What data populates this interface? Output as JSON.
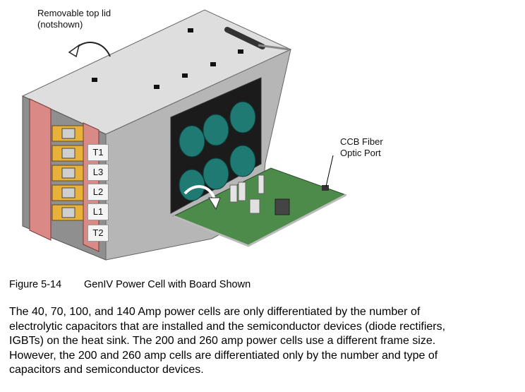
{
  "callouts": {
    "lid": [
      "Removable top lid",
      "(notshown)"
    ],
    "ccb": [
      "CCB Fiber",
      "Optic Port"
    ]
  },
  "terminals": [
    "T1",
    "L3",
    "L2",
    "L1",
    "T2"
  ],
  "caption": {
    "number": "Figure 5-14",
    "title": "GenIV Power Cell with Board Shown"
  },
  "body": {
    "lines": [
      "The 40, 70, 100, and 140 Amp power cells are only differentiated by the number of",
      "electrolytic capacitors that are installed and the semiconductor devices (diode rectifiers,",
      "IGBTs) on the heat sink. The 200 and 260 amp power cells use a different frame size.",
      "However, the 200 and 260 amp cells are differentiated only by the number and type of",
      "capacitors and semiconductor devices."
    ]
  },
  "colors": {
    "frame_top": "#dcdcdc",
    "frame_front": "#8e8e8e",
    "frame_side": "#b4b4b4",
    "busbar_pink": "#d98a86",
    "terminal_gold": "#e8b23a",
    "fan_teal": "#1e7a73",
    "fan_dark": "#1a1a1a",
    "board_green": "#4d8b4a"
  }
}
